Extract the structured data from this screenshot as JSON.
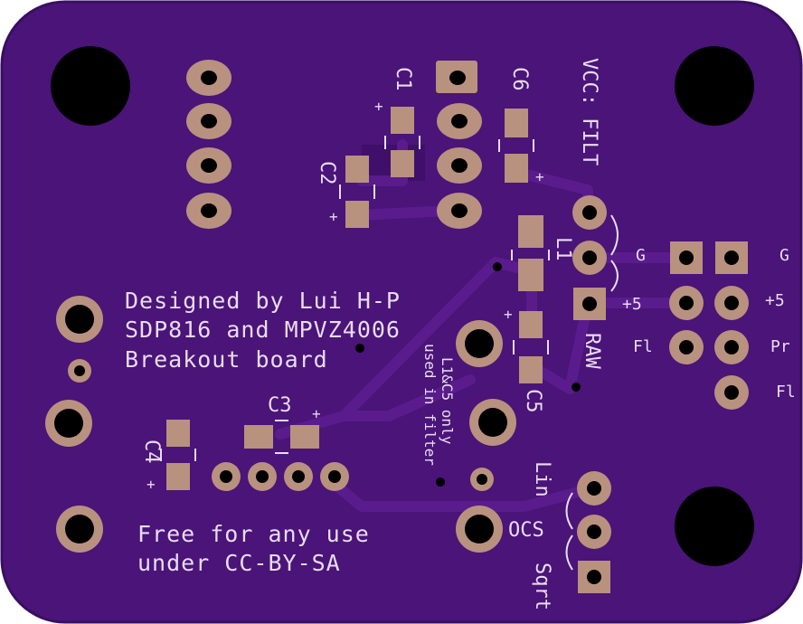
{
  "board": {
    "colors": {
      "mask": "#4a1478",
      "mask_edge": "#3a0e62",
      "copper_fill": "#3f0f6a",
      "trace": "#5a1c8c",
      "pad": "#b9917f",
      "hole": "#000000",
      "silk": "#e8dcef"
    },
    "credits": {
      "line1": "Designed by Lui H-P",
      "line2": "SDP816 and MPVZ4006",
      "line3": "Breakout board"
    },
    "license": {
      "line1": "Free for any use",
      "line2": "under CC-BY-SA"
    },
    "filter_note": {
      "line1": "L1&C5 only",
      "line2": "used in filter"
    },
    "labels": {
      "vcc": "VCC: FILT",
      "raw": "RAW",
      "c1": "C1",
      "c2": "C2",
      "c3": "C3",
      "c4": "C4",
      "c5": "C5",
      "c6": "C6",
      "l1": "L1",
      "plus": "+",
      "g_left": "G",
      "g_right": "G",
      "p5_left": "+5",
      "p5_right": "+5",
      "fl_left": "Fl",
      "pr": "Pr",
      "fl_right": "Fl",
      "lin": "Lin",
      "ocs": "OCS",
      "sqrt": "Sqrt"
    }
  }
}
